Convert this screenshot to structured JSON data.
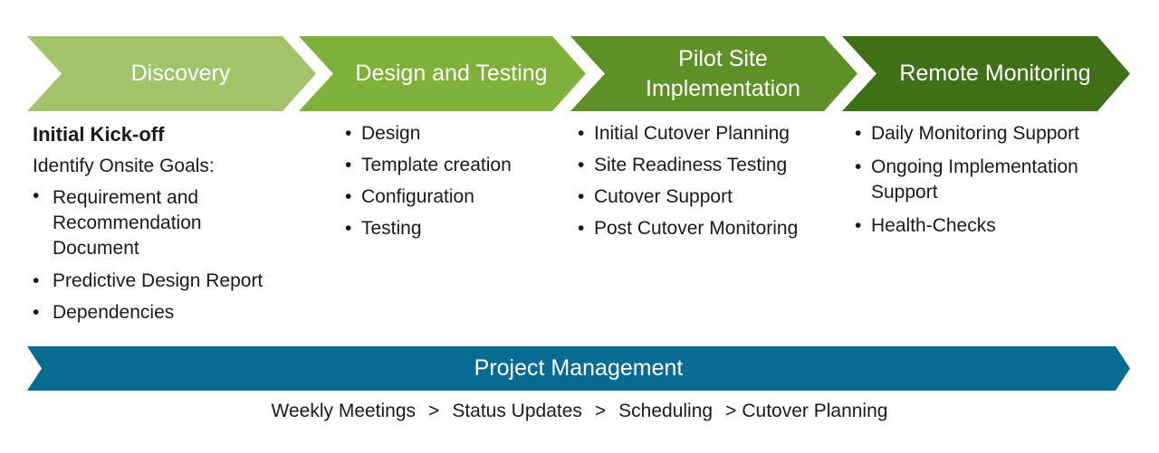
{
  "phases": [
    {
      "title": "Discovery"
    },
    {
      "title": "Design and Testing"
    },
    {
      "title": "Pilot Site Implementation"
    },
    {
      "title": "Remote Monitoring"
    }
  ],
  "discovery": {
    "heading": "Initial Kick-off",
    "subheading": "Identify Onsite Goals:",
    "items": [
      "Requirement and Recommendation Document",
      "Predictive Design Report",
      "Dependencies"
    ]
  },
  "design_testing": {
    "items": [
      "Design",
      "Template creation",
      "Configuration",
      "Testing"
    ]
  },
  "pilot": {
    "items": [
      "Initial Cutover Planning",
      "Site Readiness Testing",
      "Cutover Support",
      "Post Cutover Monitoring"
    ]
  },
  "remote": {
    "items": [
      "Daily Monitoring Support",
      "Ongoing Implementation Support",
      "Health-Checks"
    ]
  },
  "project_management": {
    "title": "Project Management",
    "separator": ">",
    "steps": [
      "Weekly Meetings",
      "Status Updates",
      "Scheduling",
      "Cutover Planning"
    ]
  },
  "colors": {
    "discovery": "#a2c36a",
    "design_testing": "#7fb03a",
    "pilot": "#5d9128",
    "remote": "#3f7018",
    "project_management": "#086b91"
  }
}
